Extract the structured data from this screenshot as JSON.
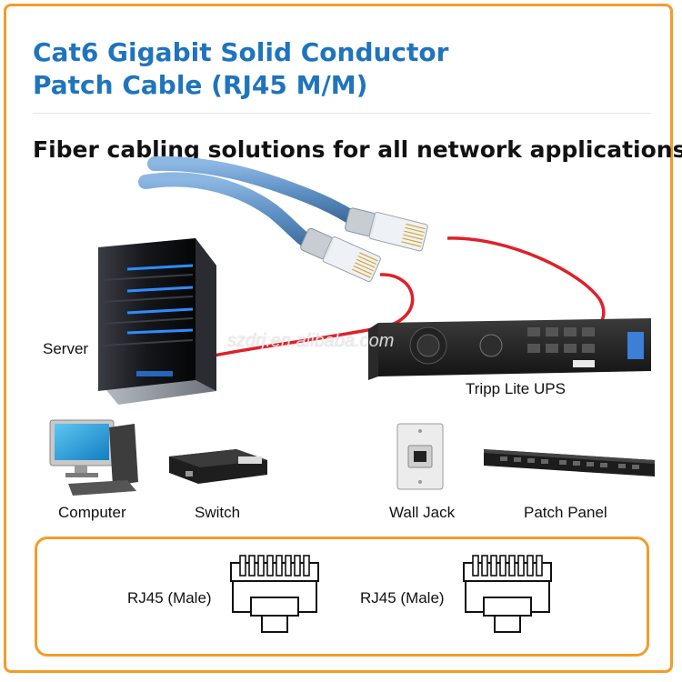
{
  "header": {
    "title_line1": "Cat6 Gigabit Solid Conductor",
    "title_line2": "Patch Cable (RJ45 M/M)",
    "tagline": "Fiber cabling solutions for all network applications."
  },
  "devices": {
    "server": "Server",
    "ups": "Tripp Lite UPS",
    "computer": "Computer",
    "switch": "Switch",
    "wall_jack": "Wall Jack",
    "patch_panel": "Patch Panel"
  },
  "watermark": "szdrj.en.alibaba.com",
  "connectors": {
    "left_label": "RJ45 (Male)",
    "right_label": "RJ45 (Male)"
  },
  "colors": {
    "accent_orange": "#f39c2a",
    "title_blue": "#1f74bd",
    "cable_blue": "#5f92c4",
    "cable_red": "#e0202a",
    "server_led_blue": "#2f8cff"
  }
}
